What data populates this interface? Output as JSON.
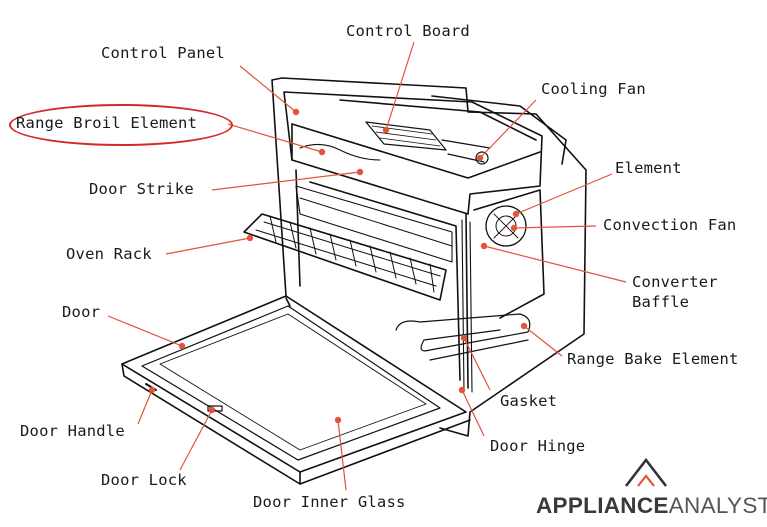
{
  "labels": {
    "control_panel": "Control Panel",
    "control_board": "Control Board",
    "cooling_fan": "Cooling Fan",
    "range_broil_element": "Range Broil Element",
    "element": "Element",
    "door_strike": "Door Strike",
    "convection_fan": "Convection Fan",
    "oven_rack": "Oven Rack",
    "converter_baffle_line1": "Converter",
    "converter_baffle_line2": "Baffle",
    "door": "Door",
    "range_bake_element": "Range Bake Element",
    "gasket": "Gasket",
    "door_handle": "Door Handle",
    "door_hinge": "Door Hinge",
    "door_lock": "Door Lock",
    "door_inner_glass": "Door Inner Glass"
  },
  "logo": {
    "part1": "APPLIANCE",
    "part2": "ANALYSTS"
  },
  "colors": {
    "leader": "#e2543b",
    "highlight": "#d22a2a",
    "line": "#111111"
  }
}
